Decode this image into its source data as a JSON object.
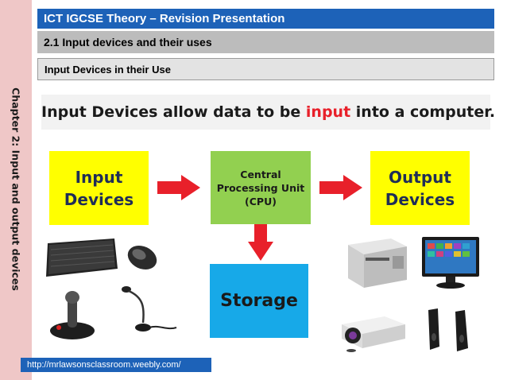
{
  "sidebar": {
    "label": "Chapter 2: Input and output devices"
  },
  "header": {
    "title": "ICT IGCSE Theory – Revision Presentation",
    "section": "2.1 Input devices and their uses",
    "subsection": "Input Devices in their Use"
  },
  "headline": {
    "before": "Input Devices allow data to be ",
    "highlight": "input",
    "after": " into a computer."
  },
  "diagram": {
    "input_line1": "Input",
    "input_line2": "Devices",
    "cpu_line1": "Central",
    "cpu_line2": "Processing Unit",
    "cpu_line3": "(CPU)",
    "output_line1": "Output",
    "output_line2": "Devices",
    "storage": "Storage"
  },
  "footer": {
    "url": "http://mrlawsonsclassroom.weebly.com/"
  },
  "colors": {
    "header_blue": "#1d62b8",
    "box_yellow": "#ffff00",
    "cpu_green": "#92d050",
    "storage_blue": "#17a9e8",
    "arrow_red": "#e8202a",
    "highlight_red": "#e8202a"
  },
  "icons": [
    "keyboard-icon",
    "mouse-icon",
    "joystick-icon",
    "microphone-icon",
    "printer-icon",
    "monitor-icon",
    "projector-icon",
    "speakers-icon"
  ]
}
